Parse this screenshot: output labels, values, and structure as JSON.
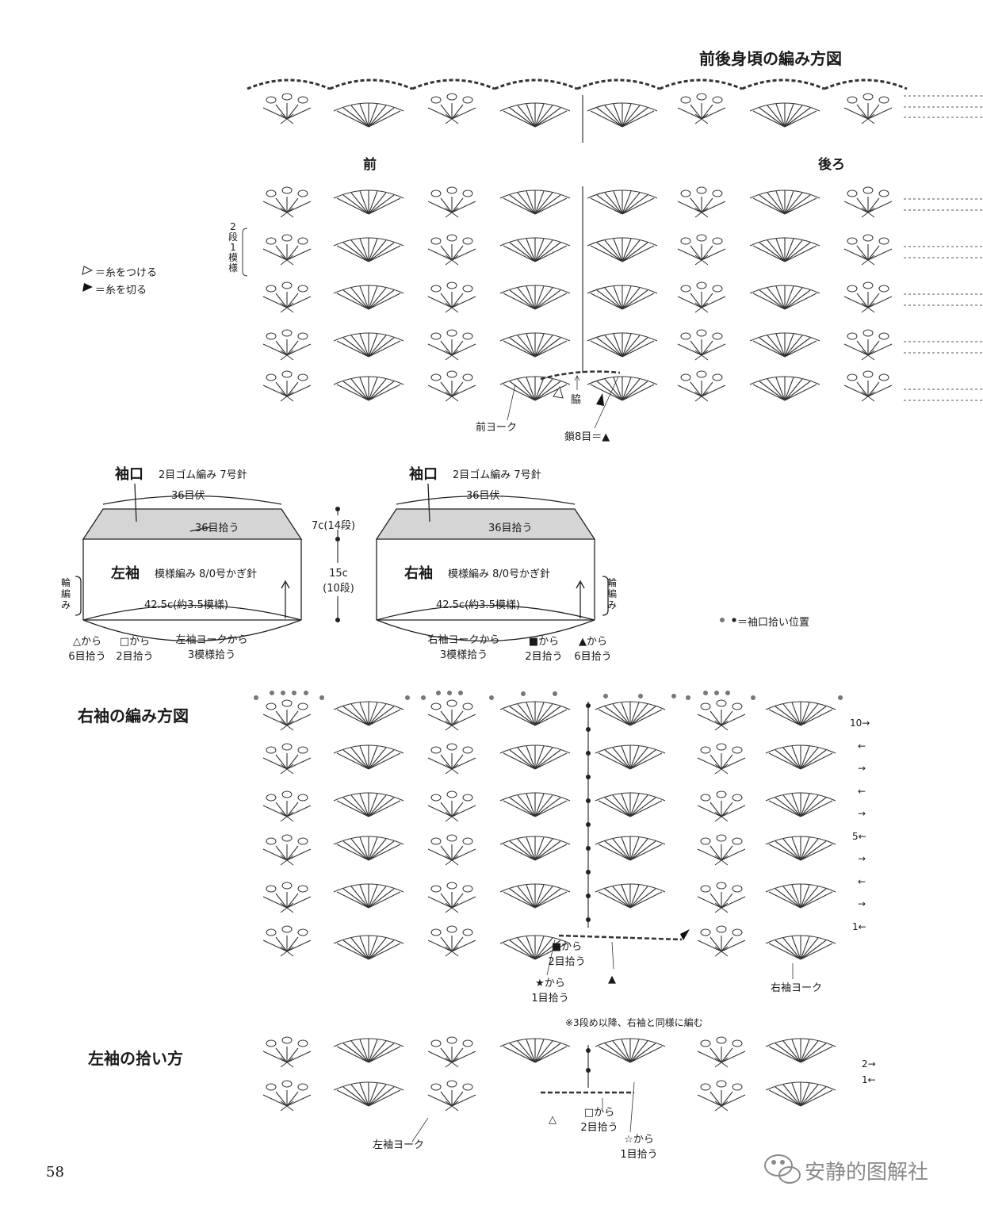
{
  "titles": {
    "body_chart": "前後身頃の編み方図",
    "right_sleeve_chart": "右袖の編み方図",
    "left_sleeve_pickup": "左袖の拾い方"
  },
  "body_chart": {
    "front_label": "前",
    "back_label": "後ろ",
    "repeat_note": [
      "2",
      "段",
      "1",
      "模",
      "様"
    ],
    "front_yoke": "前ヨーク",
    "side": "脇",
    "chain_note": "鎖8目＝▲"
  },
  "legend": {
    "attach_yarn": "＝糸をつける",
    "cut_yarn": "＝糸を切る",
    "pickup_position": "＝袖口拾い位置"
  },
  "left_sleeve": {
    "cuff": "袖口",
    "cuff_pattern": "2目ゴム編み  7号針",
    "bind_off": "36目伏",
    "pick_up": "36目拾う",
    "name": "左袖",
    "pattern": "模様編み  8/0号かぎ針",
    "width": "42.5c(約3.5模様)",
    "round": [
      "輪",
      "編",
      "み"
    ],
    "from_triangle": "△から",
    "from_triangle_count": "6目拾う",
    "from_square": "□から",
    "from_square_count": "2目拾う",
    "from_yoke": "左袖ヨークから",
    "from_yoke_count": "3模様拾う"
  },
  "right_sleeve": {
    "cuff": "袖口",
    "cuff_pattern": "2目ゴム編み  7号針",
    "bind_off": "36目伏",
    "pick_up": "36目拾う",
    "name": "右袖",
    "pattern": "模様編み  8/0号かぎ針",
    "width": "42.5c(約3.5模様)",
    "round": [
      "輪",
      "編",
      "み"
    ],
    "from_yoke": "右袖ヨークから",
    "from_yoke_count": "3模様拾う",
    "from_black_square": "■から",
    "from_black_square_count": "2目拾う",
    "from_black_triangle": "▲から",
    "from_black_triangle_count": "6目拾う"
  },
  "dimensions": {
    "cuff_height": "7c(14段)",
    "body_height": "15c",
    "body_rows": "(10段)"
  },
  "right_sleeve_chart": {
    "rows": [
      "10→",
      "←",
      "→",
      "←",
      "→",
      "5←",
      "→",
      "←",
      "→",
      "1←"
    ],
    "from_black_square": "■から",
    "from_black_square_count": "2目拾う",
    "from_star": "★から",
    "from_star_count": "1目拾う",
    "triangle": "▲",
    "yoke": "右袖ヨーク"
  },
  "left_sleeve_pickup": {
    "note": "※3段め以降、右袖と同様に編む",
    "rows": [
      "2→",
      "1←"
    ],
    "triangle": "△",
    "from_square": "□から",
    "from_square_count": "2目拾う",
    "from_white_star": "☆から",
    "from_white_star_count": "1目拾う",
    "yoke": "左袖ヨーク"
  },
  "page_number": "58",
  "watermark": "安静的图解社"
}
